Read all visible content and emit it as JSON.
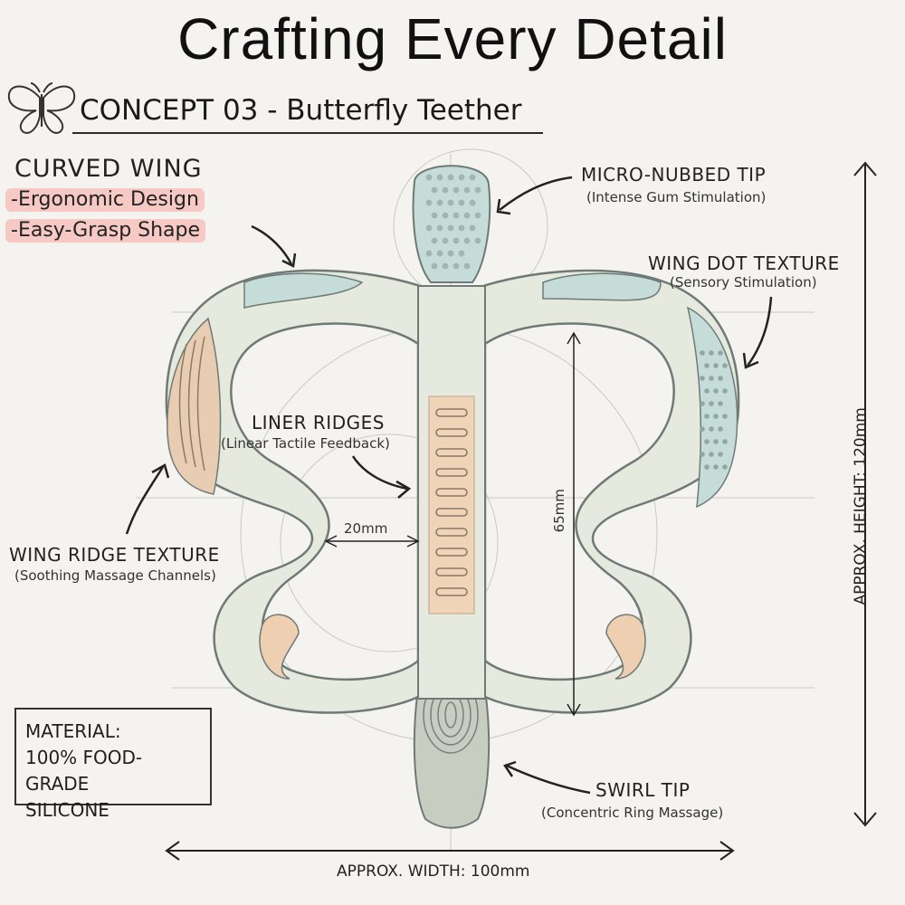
{
  "title": "Crafting Every Detail",
  "concept": "CONCEPT 03 - Butterfly Teether",
  "curved_wing": {
    "heading": "CURVED WING",
    "features": [
      "-Ergonomic Design",
      "-Easy-Grasp Shape"
    ]
  },
  "callouts": {
    "micro_tip": {
      "title": "MICRO-NUBBED TIP",
      "note": "(Intense Gum Stimulation)"
    },
    "wing_dot": {
      "title": "WING DOT TEXTURE",
      "note": "(Sensory Stimulation)"
    },
    "liner_ridges": {
      "title": "LINER RIDGES",
      "note": "(Linear Tactile Feedback)"
    },
    "wing_ridge": {
      "title": "WING RIDGE TEXTURE",
      "note": "(Soothing Massage Channels)"
    },
    "swirl_tip": {
      "title": "SWIRL TIP",
      "note": "(Concentric Ring Massage)"
    }
  },
  "dimensions": {
    "center_width": "20mm",
    "center_height": "65mm",
    "height": "APPROX. HEIGHT: 120mm",
    "width": "APPROX. WIDTH: 100mm"
  },
  "material": [
    "MATERIAL:",
    "100% FOOD-GRADE",
    "SILICONE"
  ],
  "colors": {
    "body": "#e5e9de",
    "outline": "#6f7a76",
    "mint": "#c5dcd8",
    "peach": "#efcfb2",
    "highlight": "#f7c9c4"
  }
}
